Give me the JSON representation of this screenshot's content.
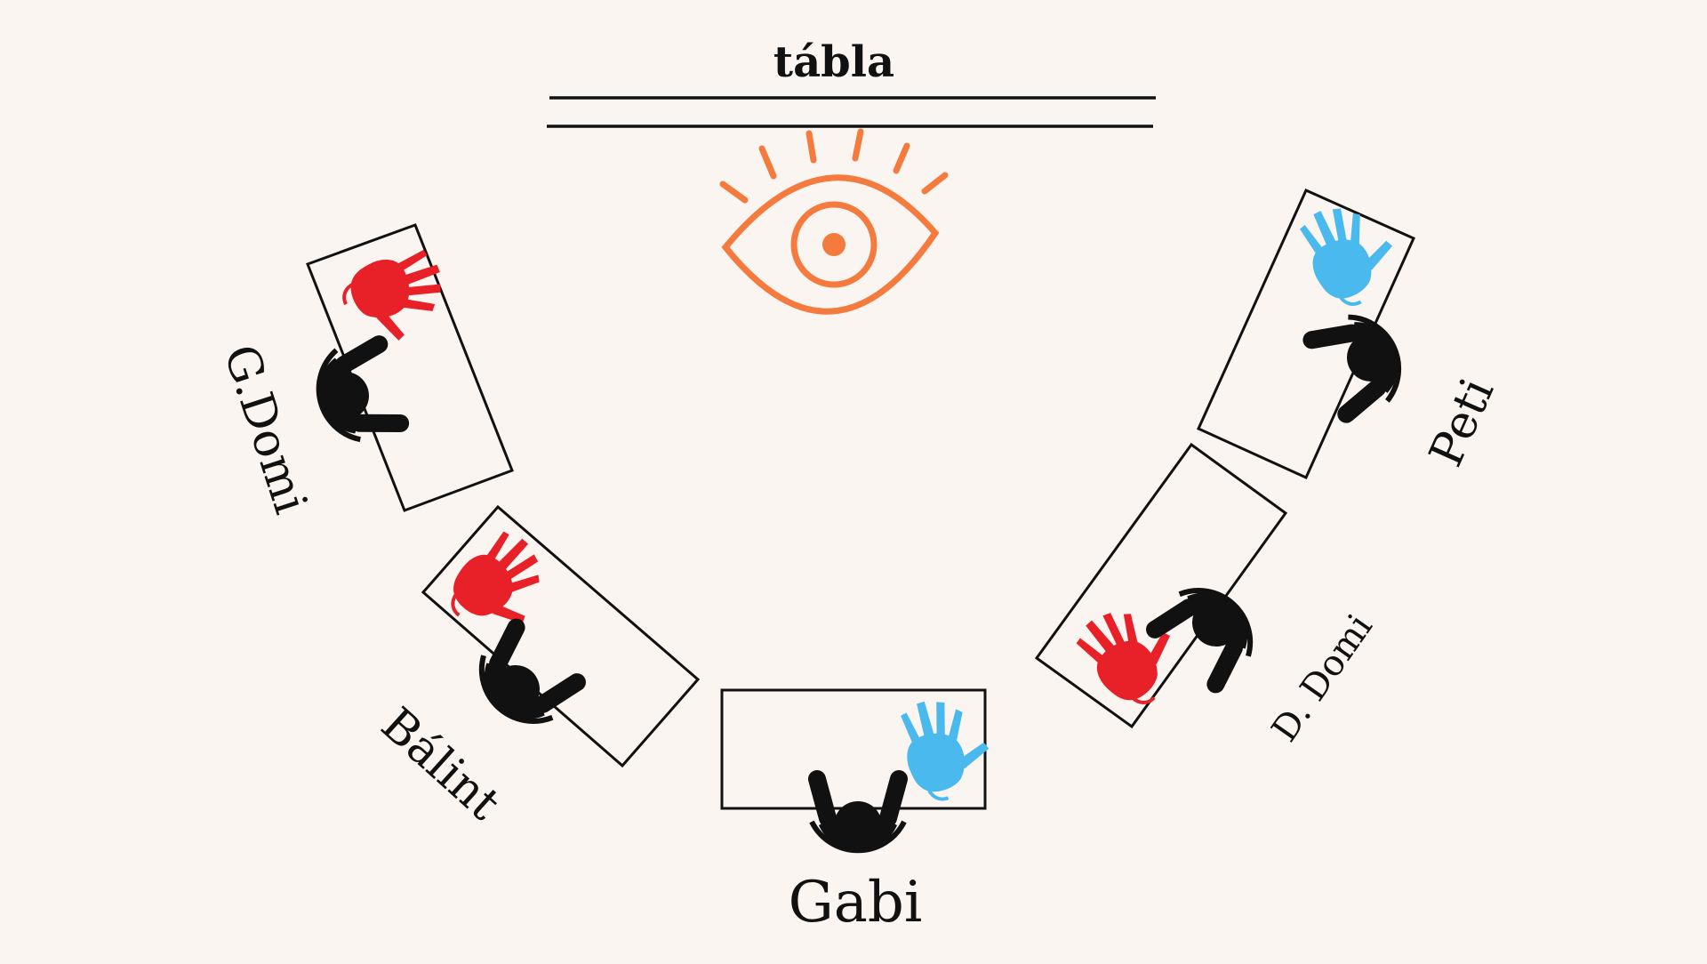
{
  "board": {
    "label": "tábla"
  },
  "students": [
    {
      "name": "G.Domi",
      "hand_color": "#e82027"
    },
    {
      "name": "Bálint",
      "hand_color": "#e82027"
    },
    {
      "name": "Gabi",
      "hand_color": "#4ab9ee"
    },
    {
      "name": "D. Domi",
      "hand_color": "#e82027"
    },
    {
      "name": "Peti",
      "hand_color": "#4ab9ee"
    }
  ],
  "colors": {
    "background": "#fbf5f2",
    "eye": "#f47a3d",
    "ink": "#111111"
  },
  "icons": [
    "eye-icon",
    "hand-icon",
    "person-topview-icon"
  ]
}
